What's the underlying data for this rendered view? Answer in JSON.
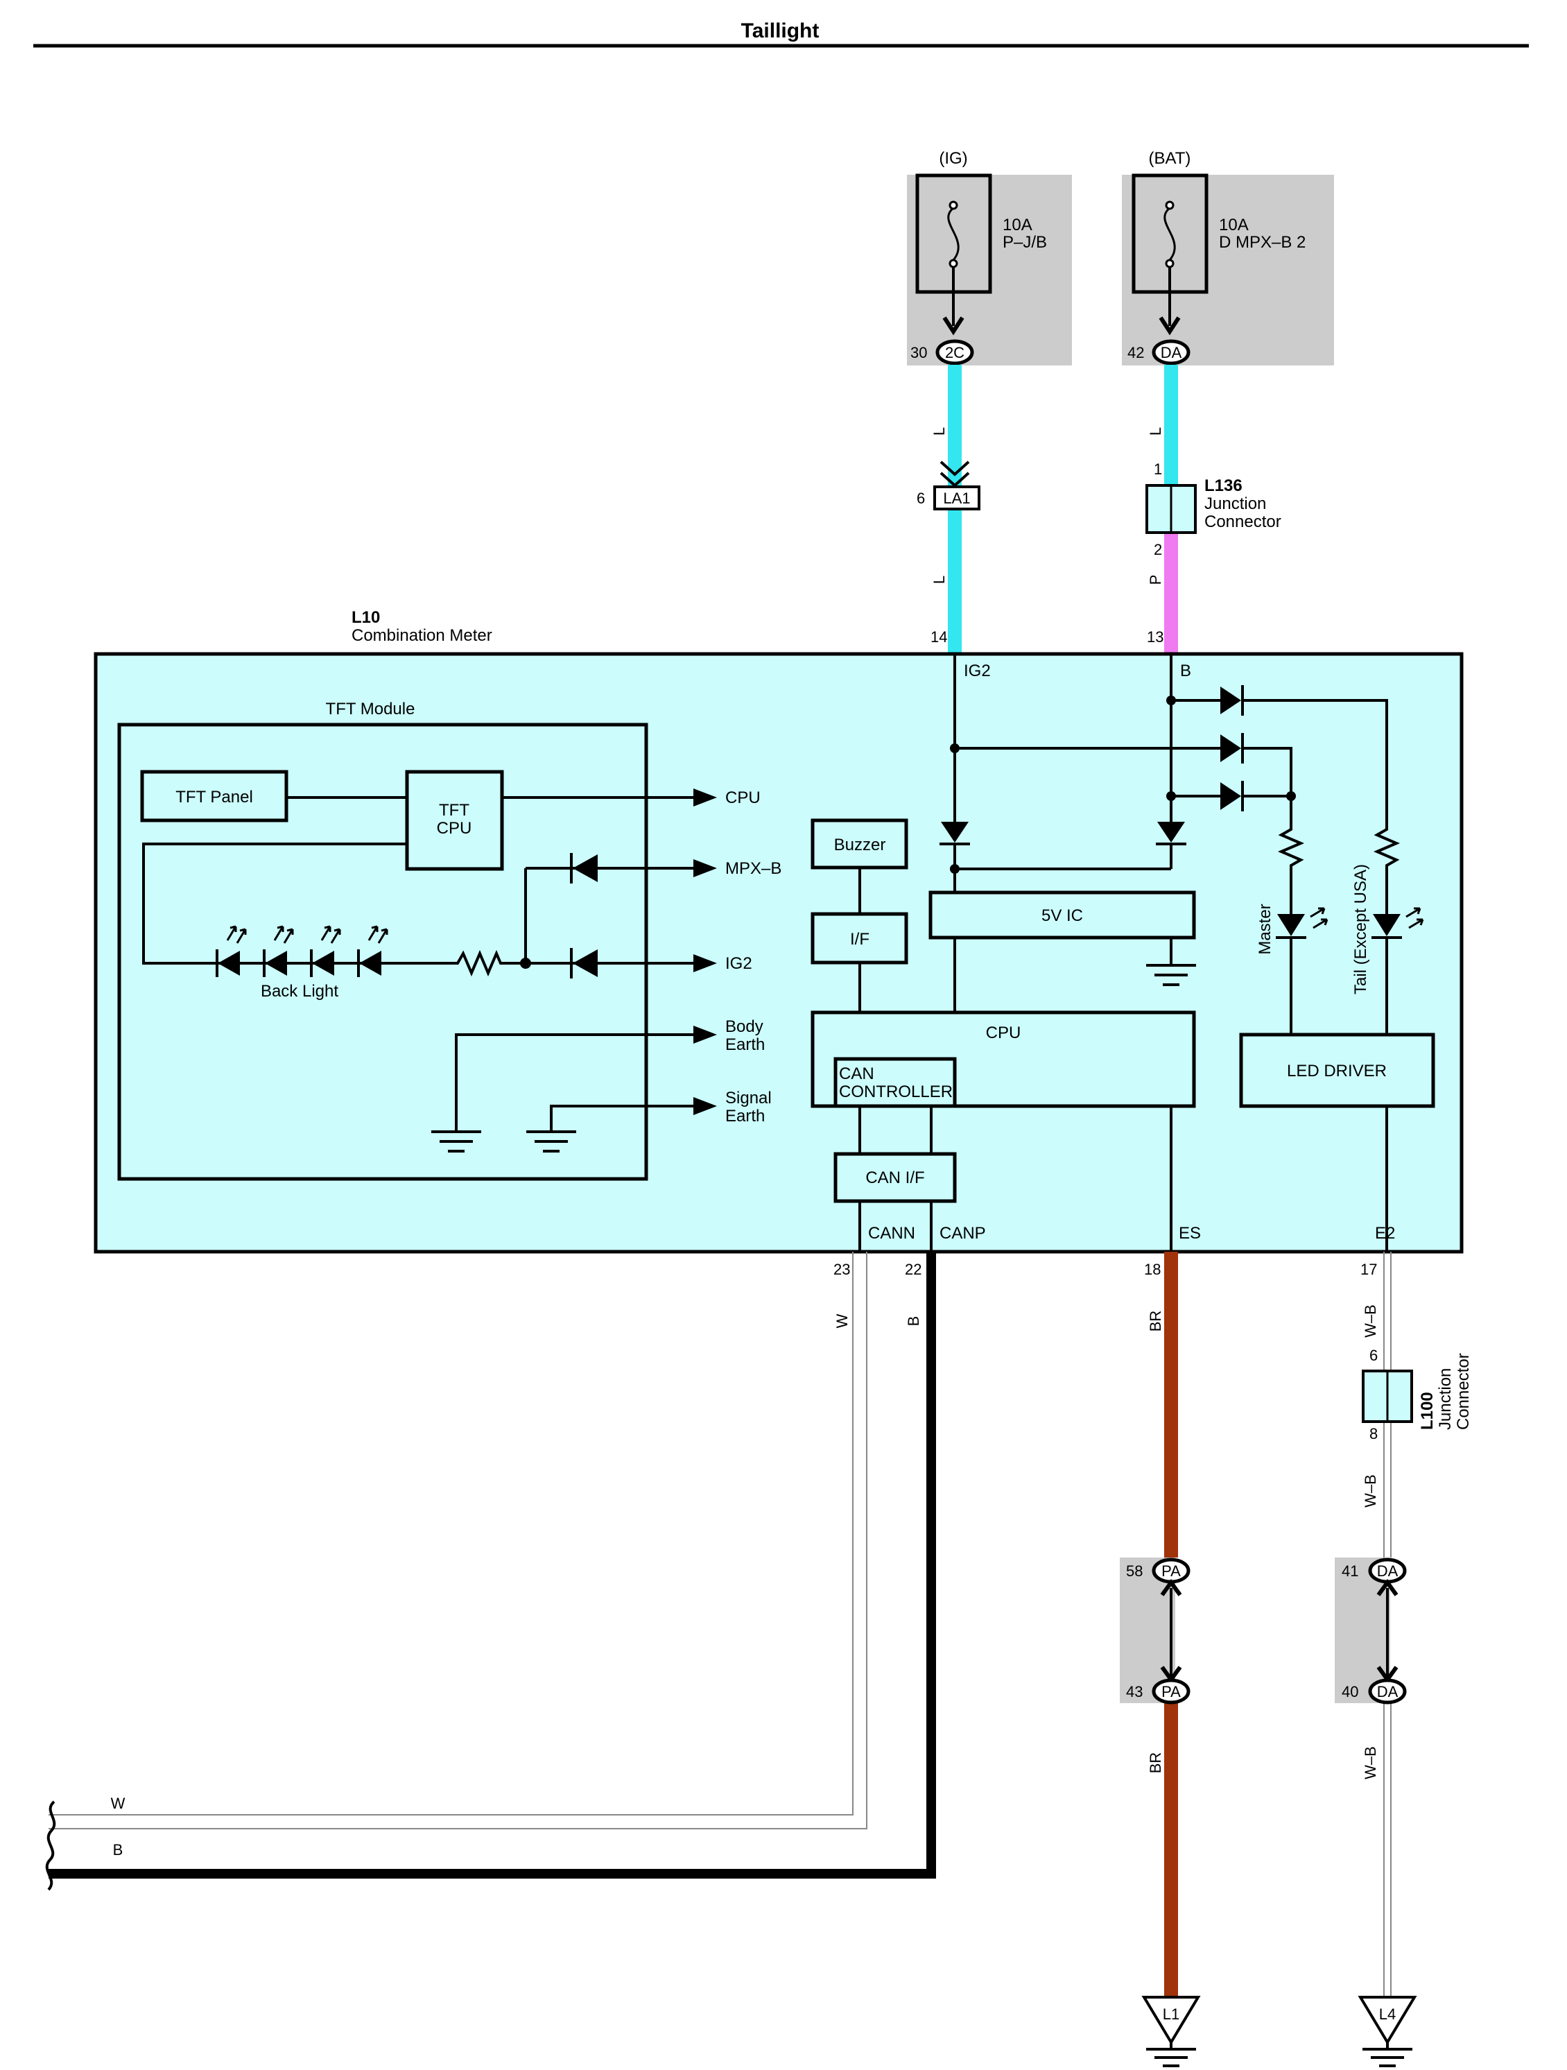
{
  "title": "Taillight",
  "power": {
    "ig": {
      "source": "(IG)",
      "rating": "10A",
      "name": "P–J/B",
      "pin": "30",
      "code": "2C"
    },
    "bat": {
      "source": "(BAT)",
      "rating": "10A",
      "name": "D MPX–B 2",
      "pin": "42",
      "code": "DA"
    }
  },
  "connectors": {
    "la1": {
      "pin": "6",
      "code": "LA1"
    },
    "l136": {
      "id": "L136",
      "l1": "Junction",
      "l2": "Connector",
      "pin_top": "1",
      "pin_bottom": "2"
    },
    "l100": {
      "id": "L100",
      "l1": "Junction",
      "l2": "Connector",
      "pin_top": "6",
      "pin_bottom": "8"
    },
    "pa_top": {
      "pin": "58",
      "code": "PA"
    },
    "pa_bottom": {
      "pin": "43",
      "code": "PA"
    },
    "da_top": {
      "pin": "41",
      "code": "DA"
    },
    "da_bottom": {
      "pin": "40",
      "code": "DA"
    }
  },
  "wire_colors": {
    "ig_l_top": "L",
    "ig_l_bottom": "L",
    "bat_l": "L",
    "bat_p": "P",
    "w": "W",
    "b": "B",
    "br_top": "BR",
    "br_bottom": "BR",
    "wb_1": "W–B",
    "wb_2": "W–B",
    "wb_3": "W–B",
    "w_horizontal": "W",
    "b_horizontal": "B"
  },
  "meter": {
    "id": "L10",
    "name": "Combination Meter",
    "pins": {
      "ig2": {
        "num": "14",
        "label": "IG2"
      },
      "b": {
        "num": "13",
        "label": "B"
      },
      "cann": {
        "num": "23",
        "label": "CANN"
      },
      "canp": {
        "num": "22",
        "label": "CANP"
      },
      "es": {
        "num": "18",
        "label": "ES"
      },
      "e2": {
        "num": "17",
        "label": "E2"
      }
    },
    "tft": {
      "title": "TFT Module",
      "panel": "TFT Panel",
      "cpu_l1": "TFT",
      "cpu_l2": "CPU",
      "back_light": "Back Light",
      "outputs": {
        "cpu": "CPU",
        "mpxb": "MPX–B",
        "ig2": "IG2",
        "body_l1": "Body",
        "body_l2": "Earth",
        "signal_l1": "Signal",
        "signal_l2": "Earth"
      }
    },
    "blocks": {
      "buzzer": "Buzzer",
      "if": "I/F",
      "ic5v": "5V IC",
      "cpu": "CPU",
      "can_ctrl_l1": "CAN",
      "can_ctrl_l2": "CONTROLLER",
      "can_if": "CAN I/F",
      "led_driver": "LED DRIVER",
      "master": "Master",
      "tail": "Tail (Except USA)"
    }
  },
  "grounds": {
    "l1": "L1",
    "l4": "L4"
  },
  "colors": {
    "cyan_wire": "#33e6f0",
    "pink_wire": "#f07af0",
    "brown_wire": "#a0320c",
    "meter_fill": "#ccfcfc",
    "gray_box": "#cccccc"
  }
}
